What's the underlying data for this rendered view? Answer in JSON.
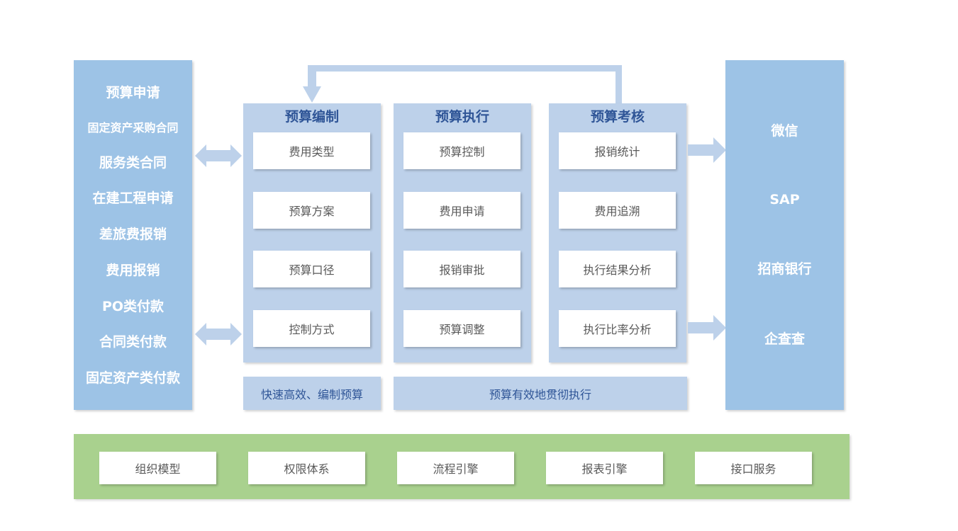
{
  "sources": [
    "预算申请",
    "固定资产采购合同",
    "服务类合同",
    "在建工程申请",
    "差旅费报销",
    "费用报销",
    "PO类付款",
    "合同类付款",
    "固定资产类付款"
  ],
  "columns": [
    {
      "title": "预算编制",
      "items": [
        "费用类型",
        "预算方案",
        "预算口径",
        "控制方式"
      ]
    },
    {
      "title": "预算执行",
      "items": [
        "预算控制",
        "费用申请",
        "报销审批",
        "预算调整"
      ]
    },
    {
      "title": "预算考核",
      "items": [
        "报销统计",
        "费用追溯",
        "执行结果分析",
        "执行比率分析"
      ]
    }
  ],
  "footers": [
    "快速高效、编制预算",
    "预算有效地贯彻执行"
  ],
  "integrations": [
    "微信",
    "SAP",
    "招商银行",
    "企查查"
  ],
  "platform_modules": [
    "组织模型",
    "权限体系",
    "流程引擎",
    "报表引擎",
    "接口服务"
  ],
  "colors": {
    "panel_blue": "#9dc3e6",
    "column_blue": "#bdd1ea",
    "platform_green": "#a9d18e",
    "title_blue": "#2f5597"
  }
}
